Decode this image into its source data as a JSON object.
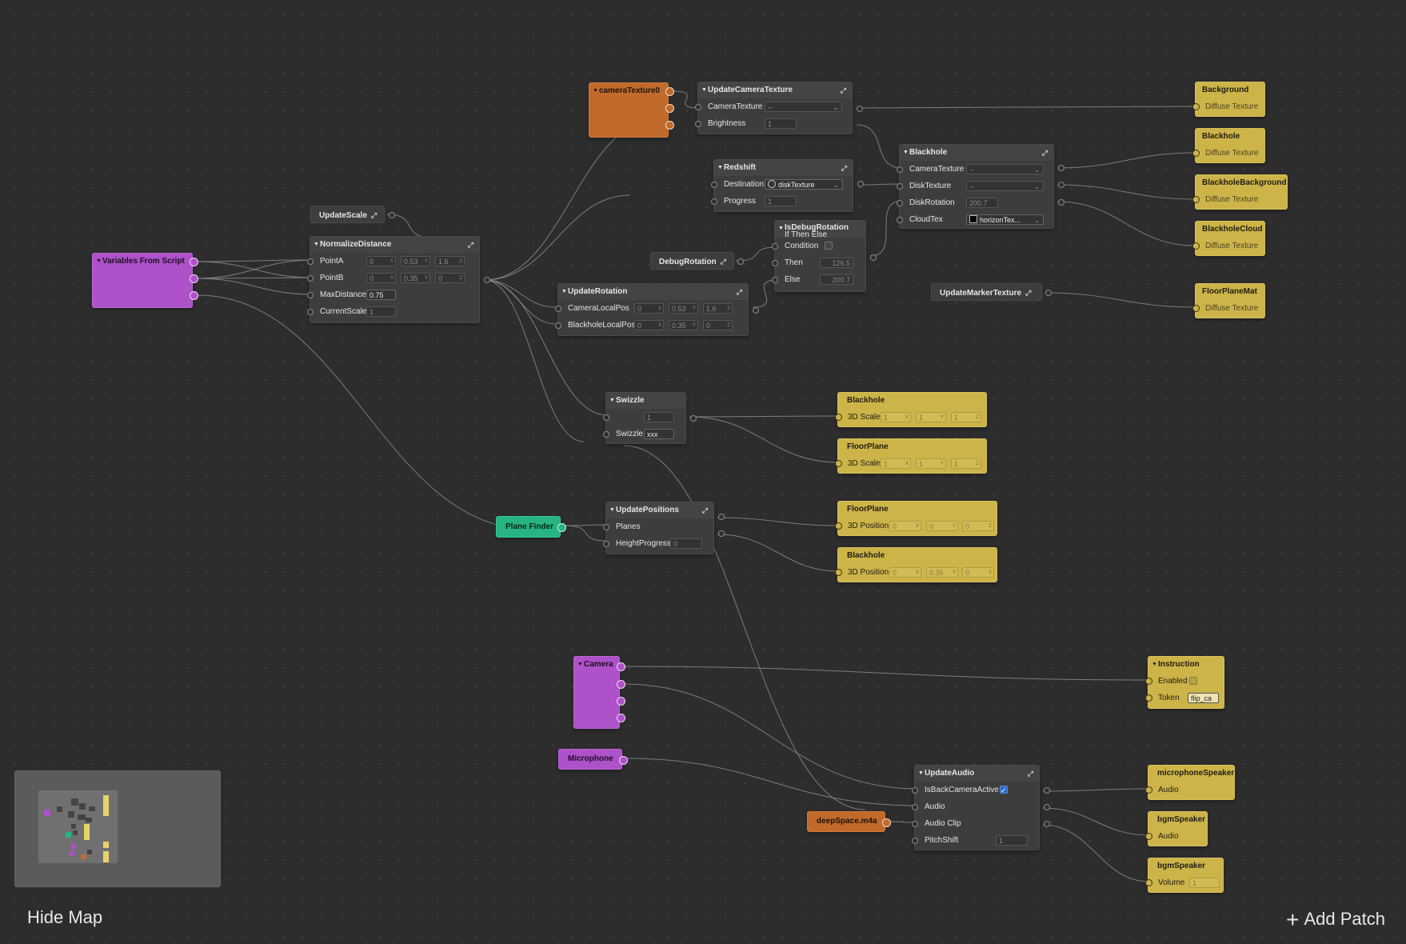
{
  "nodes": {
    "variables_from_script": "Variables From Script",
    "update_scale": "UpdateScale",
    "normalize_distance": {
      "title": "NormalizeDistance",
      "point_a": "PointA",
      "point_a_x": "0",
      "point_a_y": "0.53",
      "point_a_z": "1.6",
      "point_b": "PointB",
      "point_b_x": "0",
      "point_b_y": "0.35",
      "point_b_z": "0",
      "max_distance": "MaxDistance",
      "max_distance_value": "0.75",
      "current_scale": "CurrentScale",
      "current_scale_value": "1"
    },
    "camera_texture": "cameraTexture0",
    "update_camera_texture": {
      "title": "UpdateCameraTexture",
      "camera_texture": "CameraTexture",
      "camera_texture_value": "–",
      "brightness": "Brightness",
      "brightness_value": "1"
    },
    "redshift": {
      "title": "Redshift",
      "destination": "Destination",
      "destination_value": "diskTexture",
      "progress": "Progress",
      "progress_value": "1"
    },
    "blackhole_patch": {
      "title": "Blackhole",
      "camera_texture": "CameraTexture",
      "camera_texture_value": "–",
      "disk_texture": "DiskTexture",
      "disk_texture_value": "–",
      "disk_rotation": "DiskRotation",
      "disk_rotation_value": "200.7",
      "cloud_tex": "CloudTex",
      "cloud_tex_value": "horizonTex..."
    },
    "is_debug_rotation": {
      "title": "IsDebugRotation",
      "subtitle": "If Then Else",
      "condition": "Condition",
      "then": "Then",
      "then_value": "126.5",
      "else": "Else",
      "else_value": "200.7"
    },
    "debug_rotation": "DebugRotation",
    "update_rotation": {
      "title": "UpdateRotation",
      "camera_local_pos": "CameraLocalPos",
      "cam_x": "0",
      "cam_y": "0.53",
      "cam_z": "1.6",
      "blackhole_local_pos": "BlackholeLocalPos",
      "bh_x": "0",
      "bh_y": "0.35",
      "bh_z": "0"
    },
    "update_marker_texture": "UpdateMarkerTexture",
    "swizzle": {
      "title": "Swizzle",
      "input_value": "1",
      "swizzle": "Swizzle",
      "swizzle_value": "xxx"
    },
    "plane_finder": "Plane Finder",
    "update_positions": {
      "title": "UpdatePositions",
      "planes": "Planes",
      "height_progress": "HeightProgress",
      "height_progress_value": "0"
    },
    "camera": "Camera",
    "microphone": "Microphone",
    "deep_space": "deepSpace.m4a",
    "update_audio": {
      "title": "UpdateAudio",
      "is_back_camera_active": "IsBackCameraActive",
      "audio": "Audio",
      "audio_clip": "Audio Clip",
      "pitch_shift": "PitchShift",
      "pitch_shift_value": "1"
    }
  },
  "materials": [
    {
      "title": "Background",
      "prop": "Diffuse Texture"
    },
    {
      "title": "Blackhole",
      "prop": "Diffuse Texture"
    },
    {
      "title": "BlackholeBackground",
      "prop": "Diffuse Texture"
    },
    {
      "title": "BlackholeCloud",
      "prop": "Diffuse Texture"
    },
    {
      "title": "FloorPlaneMat",
      "prop": "Diffuse Texture"
    }
  ],
  "objects": {
    "blackhole_scale": {
      "title": "Blackhole",
      "prop": "3D Scale",
      "x": "1",
      "y": "1",
      "z": "1"
    },
    "floorplane_scale": {
      "title": "FloorPlane",
      "prop": "3D Scale",
      "x": "1",
      "y": "1",
      "z": "1"
    },
    "floorplane_position": {
      "title": "FloorPlane",
      "prop": "3D Position",
      "x": "0",
      "y": "0",
      "z": "0"
    },
    "blackhole_position": {
      "title": "Blackhole",
      "prop": "3D Position",
      "x": "0",
      "y": "0.35",
      "z": "0"
    },
    "instruction": {
      "title": "Instruction",
      "enabled": "Enabled",
      "token": "Token",
      "token_value": "flip_ca"
    },
    "microphone_speaker": {
      "title": "microphoneSpeaker",
      "prop": "Audio"
    },
    "bgm_speaker_audio": {
      "title": "bgmSpeaker",
      "prop": "Audio"
    },
    "bgm_speaker_volume": {
      "title": "bgmSpeaker",
      "prop": "Volume",
      "value": "1"
    }
  },
  "footer": {
    "hide_map": "Hide Map",
    "add_patch": "Add Patch"
  },
  "axis_labels": {
    "x": "X",
    "y": "Y",
    "z": "Z"
  },
  "colors": {
    "canvas": "#2d2d2d",
    "patch": "#3d3d3d",
    "material": "#cdb449",
    "script": "#ad52c9",
    "asset": "#c06a2c",
    "plane_finder": "#27b482",
    "wire": "#8c8c8c"
  }
}
